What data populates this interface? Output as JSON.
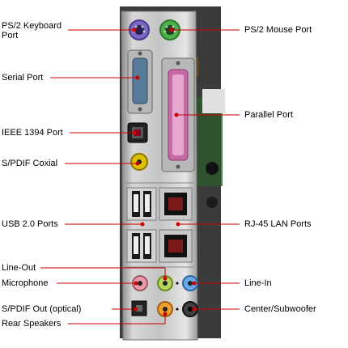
{
  "labels": {
    "ps2_keyboard": "PS/2 Keyboard\nPort",
    "serial": "Serial Port",
    "ieee1394": "IEEE 1394 Port",
    "spdif_coax": "S/PDIF Coxial",
    "usb": "USB 2.0 Ports",
    "line_out": "Line-Out",
    "microphone": "Microphone",
    "spdif_optical": "S/PDIF Out (optical)",
    "rear_speakers": "Rear Speakers",
    "ps2_mouse": "PS/2 Mouse Port",
    "parallel": "Parallel Port",
    "rj45": "RJ-45 LAN Ports",
    "line_in": "Line-In",
    "center_sub": "Center/Subwoofer"
  },
  "colors": {
    "leader": "#cc0000",
    "keyboard": "#8c7ad6",
    "mouse": "#4cb04c",
    "serial": "#5a7a9a",
    "parallel": "#c86aa8",
    "line_in": "#6aa8e8",
    "mic": "#e89aa8",
    "line_out": "#b8d45a",
    "rear": "#f0a030",
    "center": "#404040"
  }
}
